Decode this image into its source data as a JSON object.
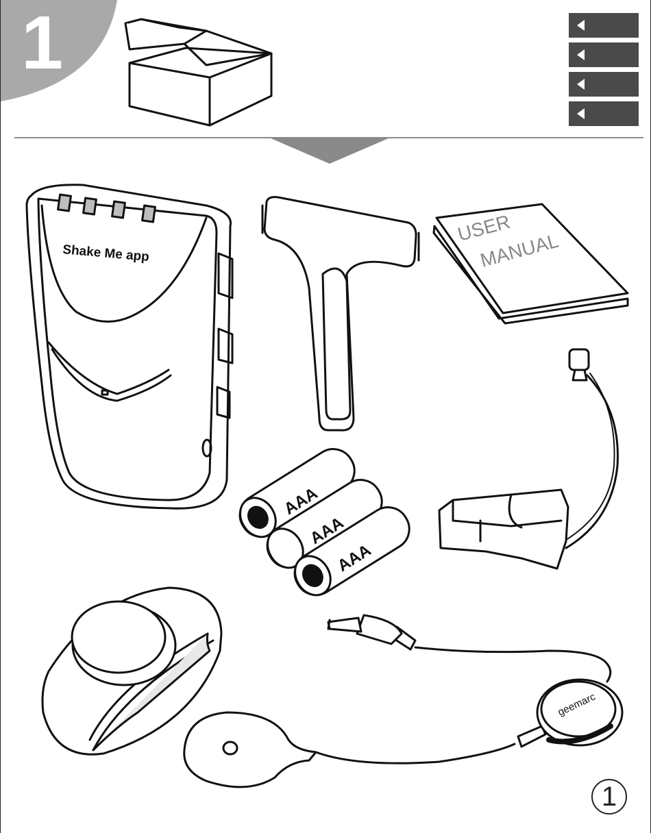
{
  "step": {
    "number": "1"
  },
  "language_tabs": [
    {
      "code": ""
    },
    {
      "code": ""
    },
    {
      "code": ""
    },
    {
      "code": ""
    }
  ],
  "items": {
    "pager_label": "Shake Me app",
    "manual_label_line1": "USER",
    "manual_label_line2": "MANUAL",
    "battery_label": "AAA",
    "pad_brand": "geemarc"
  },
  "page_number": "1",
  "colors": {
    "tab_gray": "#a9a9a9",
    "button_gray": "#4a4a4a",
    "divider_gray": "#8a8a8a"
  }
}
